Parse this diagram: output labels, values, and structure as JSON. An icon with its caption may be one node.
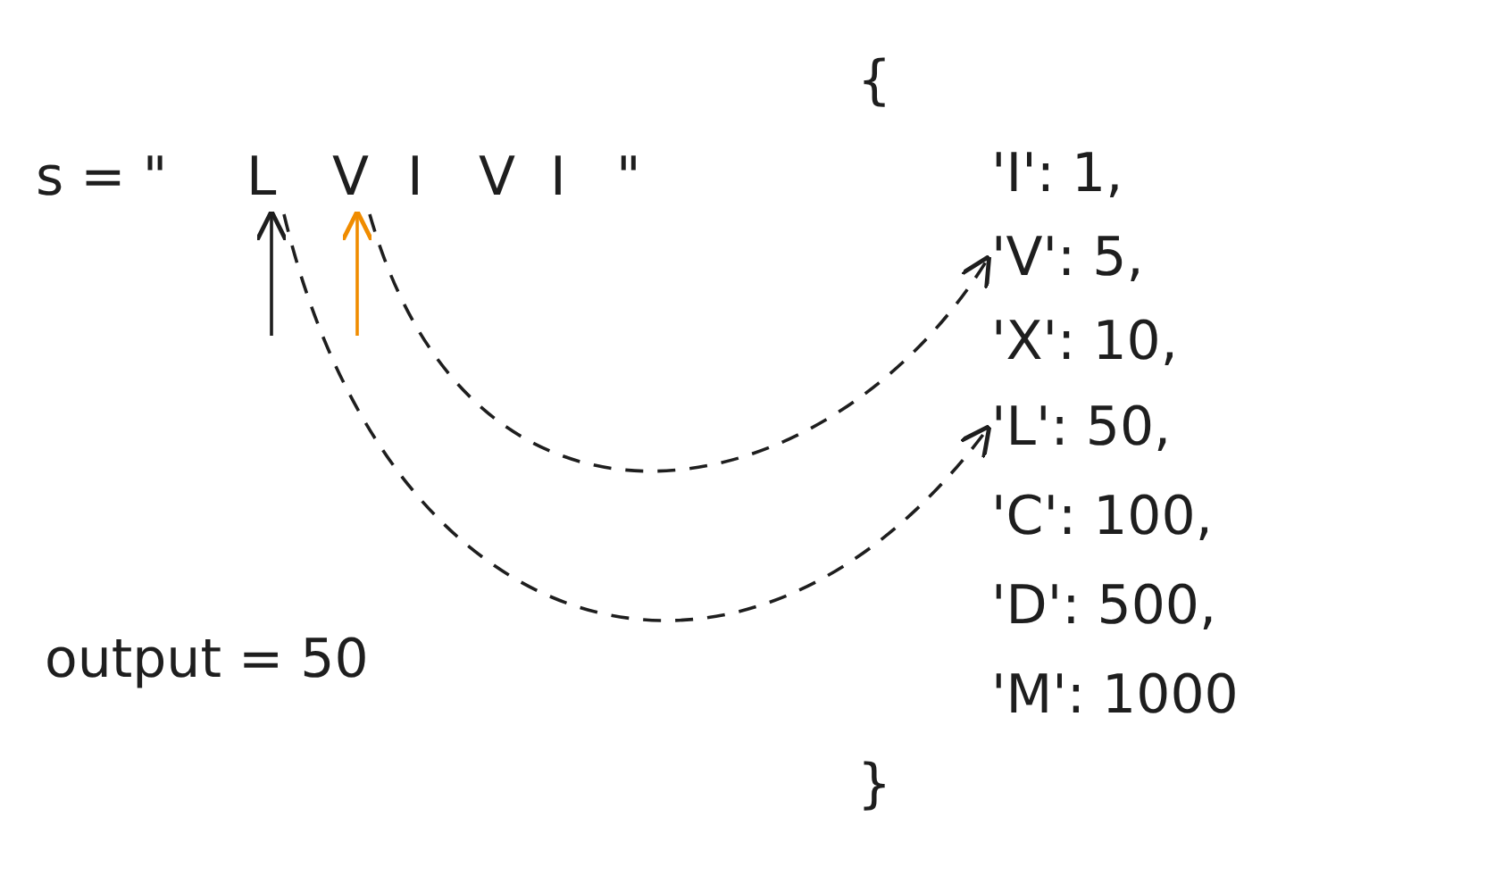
{
  "diagram": {
    "nodes": [
      {
        "text": [
          "L"
        ]
      },
      {
        "text": [
          "V"
        ]
      },
      {
        "text": [
          "'V': 5,"
        ]
      },
      {
        "text": [
          "'L': 50,"
        ]
      }
    ],
    "edges": [
      {
        "from": null,
        "to": 0,
        "arrow": "to"
      },
      {
        "from": null,
        "to": 1,
        "arrow": "to",
        "color": "#f08c00"
      },
      {
        "from": 0,
        "to": 3,
        "arrow": "to",
        "style": "dashed"
      },
      {
        "from": 1,
        "to": 2,
        "arrow": "to",
        "style": "dashed"
      }
    ],
    "labels": [
      "s = \"",
      "I",
      "V",
      "I",
      "\"",
      "{",
      "'I': 1,",
      "'X': 10,",
      "'C': 100,",
      "'D': 500,",
      "'M': 1000",
      "}",
      "output = 50"
    ]
  }
}
